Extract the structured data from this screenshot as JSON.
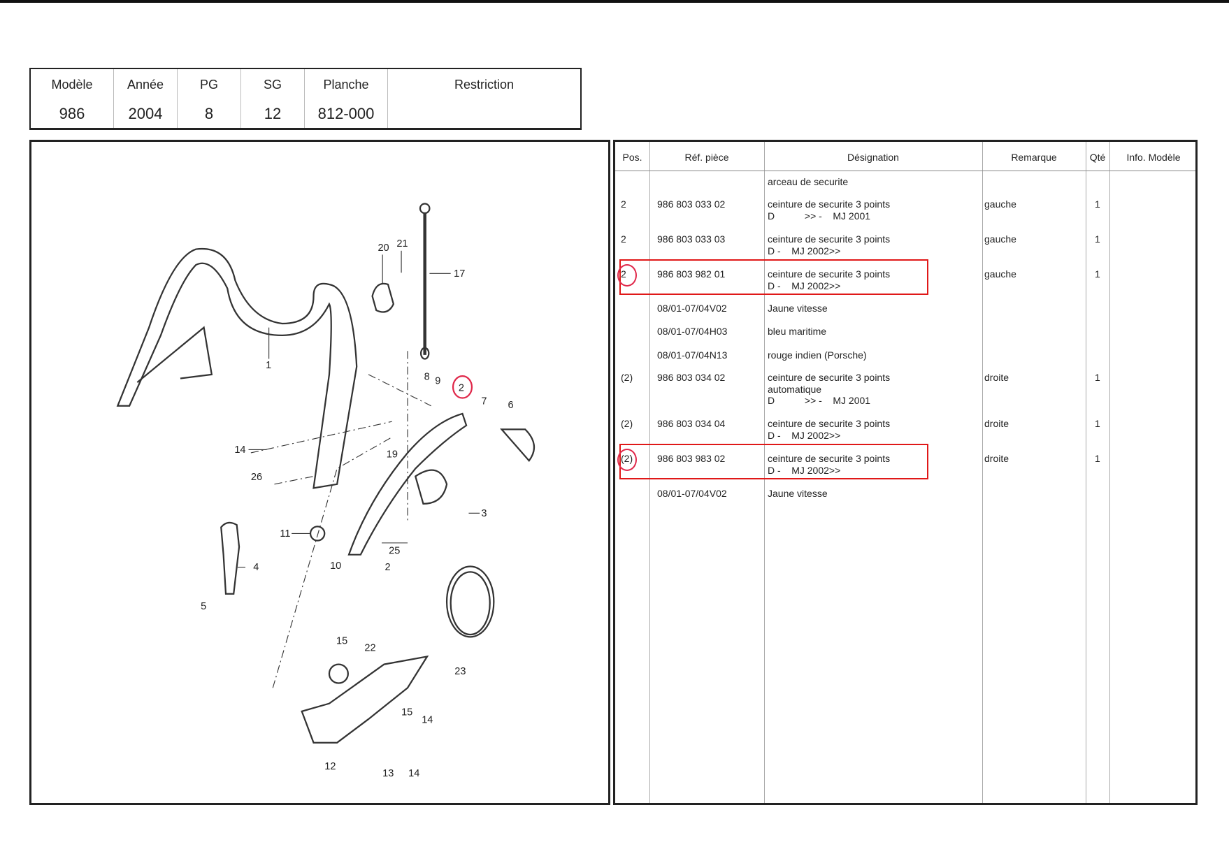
{
  "header": {
    "columns": [
      {
        "label": "Modèle",
        "value": "986"
      },
      {
        "label": "Année",
        "value": "2004"
      },
      {
        "label": "PG",
        "value": "8"
      },
      {
        "label": "SG",
        "value": "12"
      },
      {
        "label": "Planche",
        "value": "812-000"
      },
      {
        "label": "Restriction",
        "value": ""
      }
    ]
  },
  "table": {
    "headers": [
      "Pos.",
      "Réf. pièce",
      "Désignation",
      "Remarque",
      "Qté",
      "Info. Modèle"
    ],
    "rows": [
      {
        "pos": "",
        "ref": "",
        "designation": [
          "arceau de securite"
        ],
        "remarque": "",
        "qte": "",
        "highlighted": false
      },
      {
        "pos": "2",
        "ref": "986 803 033 02",
        "designation": [
          "ceinture de securite 3 points",
          "D           >> -    MJ 2001"
        ],
        "remarque": "gauche",
        "qte": "1",
        "highlighted": false
      },
      {
        "pos": "2",
        "ref": "986 803 033 03",
        "designation": [
          "ceinture de securite 3 points",
          "D -    MJ 2002>>"
        ],
        "remarque": "gauche",
        "qte": "1",
        "highlighted": false
      },
      {
        "pos": "2",
        "ref": "986 803 982 01",
        "designation": [
          "ceinture de securite 3 points",
          "D -    MJ 2002>>"
        ],
        "remarque": "gauche",
        "qte": "1",
        "highlighted": true
      },
      {
        "pos": "",
        "ref": "08/01-07/04V02",
        "designation": [
          "Jaune vitesse"
        ],
        "remarque": "",
        "qte": "",
        "highlighted": false
      },
      {
        "pos": "",
        "ref": "08/01-07/04H03",
        "designation": [
          "bleu maritime"
        ],
        "remarque": "",
        "qte": "",
        "highlighted": false
      },
      {
        "pos": "",
        "ref": "08/01-07/04N13",
        "designation": [
          "rouge indien (Porsche)"
        ],
        "remarque": "",
        "qte": "",
        "highlighted": false
      },
      {
        "pos": "(2)",
        "ref": "986 803 034 02",
        "designation": [
          "ceinture de securite 3 points",
          "automatique",
          "D           >> -    MJ 2001"
        ],
        "remarque": "droite",
        "qte": "1",
        "highlighted": false
      },
      {
        "pos": "(2)",
        "ref": "986 803 034 04",
        "designation": [
          "ceinture de securite 3 points",
          "D -    MJ 2002>>"
        ],
        "remarque": "droite",
        "qte": "1",
        "highlighted": false
      },
      {
        "pos": "(2)",
        "ref": "986 803 983 02",
        "designation": [
          "ceinture de securite 3 points",
          "D -    MJ 2002>>"
        ],
        "remarque": "droite",
        "qte": "1",
        "highlighted": true
      },
      {
        "pos": "",
        "ref": "08/01-07/04V02",
        "designation": [
          "Jaune vitesse"
        ],
        "remarque": "",
        "qte": "",
        "highlighted": false
      }
    ]
  },
  "diagram": {
    "callouts": [
      "20",
      "21",
      "17",
      "1",
      "8",
      "9",
      "2",
      "7",
      "6",
      "14",
      "19",
      "26",
      "3",
      "11",
      "25",
      "10",
      "2",
      "4",
      "5",
      "15",
      "22",
      "23",
      "15",
      "14",
      "12",
      "13",
      "14"
    ]
  },
  "colors": {
    "highlight": "#e01818",
    "circle": "#e0284a"
  }
}
